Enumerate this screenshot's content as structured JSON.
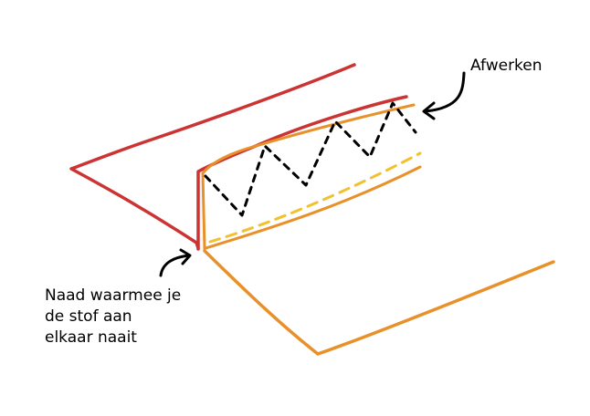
{
  "labels": {
    "finish": "Afwerken",
    "seam_line1": "Naad waarmee je",
    "seam_line2": "de stof aan",
    "seam_line3": "elkaar naait"
  },
  "colors": {
    "fabric_top": "#cc3333",
    "fabric_bottom": "#e8912a",
    "stitch_yellow": "#f2c12e",
    "zigzag": "#000000",
    "arrow": "#000000"
  }
}
